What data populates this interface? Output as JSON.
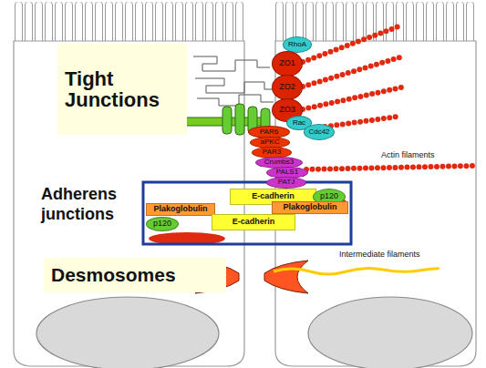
{
  "diagram": {
    "nodes": [
      {
        "text": [
          "Tight Junctions"
        ]
      },
      {
        "text": [
          "RhoA"
        ]
      },
      {
        "text": [
          "ZO1"
        ]
      },
      {
        "text": [
          "ZO2"
        ]
      },
      {
        "text": [
          "ZO3"
        ]
      },
      {
        "text": [
          "Rac"
        ]
      },
      {
        "text": [
          "Cdc42"
        ]
      },
      {
        "text": [
          "PAR6"
        ]
      },
      {
        "text": [
          "aPKC"
        ]
      },
      {
        "text": [
          "PAR3"
        ]
      },
      {
        "text": [
          "Crumbs3"
        ]
      },
      {
        "text": [
          "PALS1"
        ]
      },
      {
        "text": [
          "PATJ"
        ]
      },
      {
        "text": [
          "E-cadherin"
        ]
      },
      {
        "text": [
          "p120"
        ]
      },
      {
        "text": [
          "Plakoglobulin"
        ]
      },
      {
        "text": [
          "Plakoglobulin"
        ]
      },
      {
        "text": [
          "p120"
        ]
      },
      {
        "text": [
          "E-cadherin"
        ]
      },
      {
        "text": [
          "Desmosomes"
        ]
      }
    ],
    "labels": [
      "Actin filaments",
      "Adherens junctions",
      "Intermediate filaments"
    ]
  }
}
